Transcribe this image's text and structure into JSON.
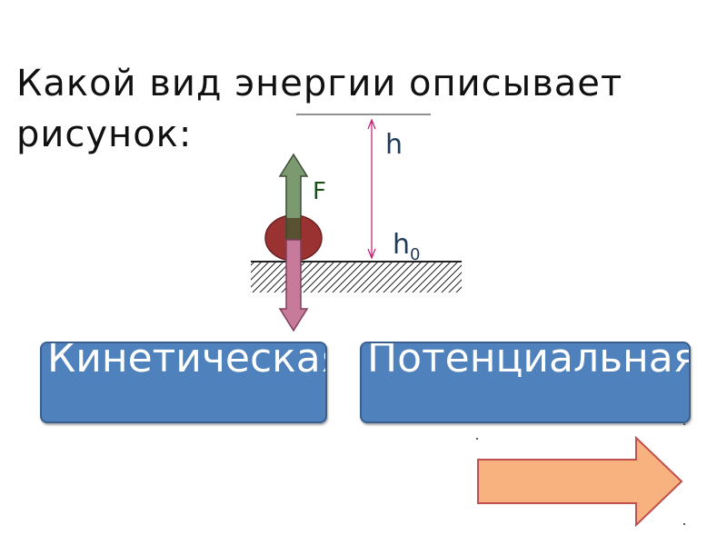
{
  "question": "Какой вид энергии описывает рисунок:",
  "figure": {
    "force_label": "F",
    "height_label": "h",
    "ground_label": "h",
    "ground_subscript": "0"
  },
  "answers": [
    {
      "label": "Кинетическая"
    },
    {
      "label": "Потенциальная"
    }
  ],
  "colors": {
    "answer_fill": "#4f81bd",
    "ball": "#9b3232",
    "force_up": "#7c9a6f",
    "force_down": "#c87a9b",
    "height_marker": "#c0186e",
    "next_arrow": "#f8b27f"
  },
  "icons": {
    "next": "arrow-right-icon"
  }
}
